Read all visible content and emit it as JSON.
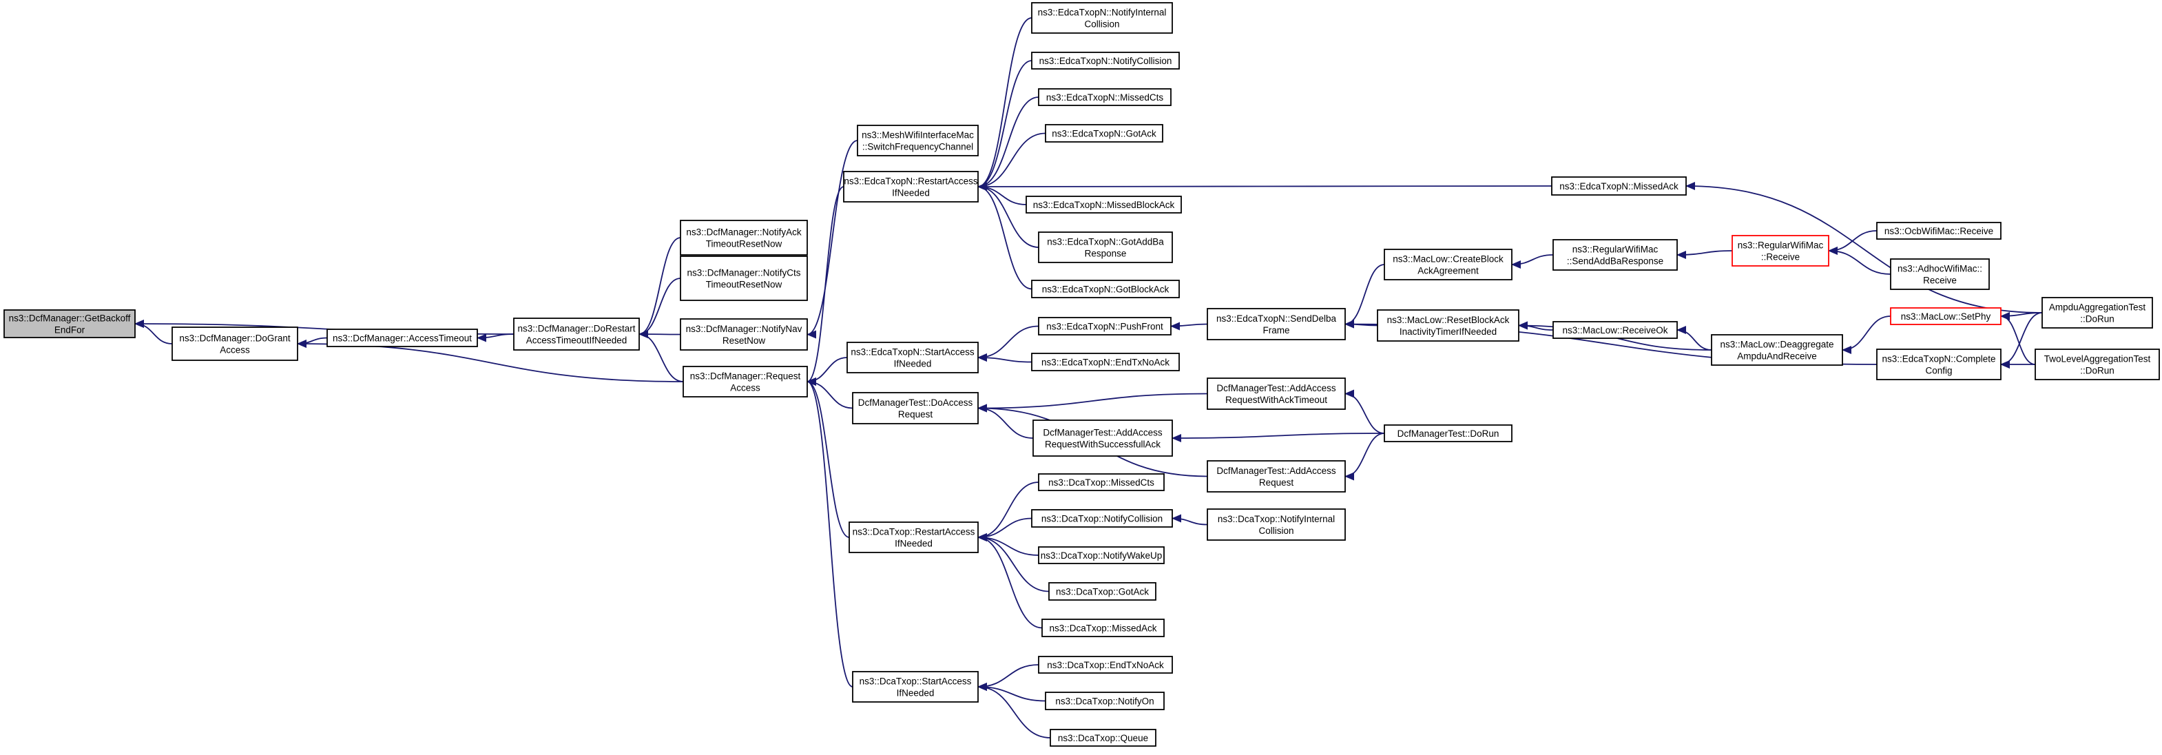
{
  "graph": {
    "edge_color": "#191970",
    "root_fill": "#bfbfbf",
    "truncated_border": "#ff0000",
    "nodes": [
      {
        "id": "n0",
        "lines": [
          "ns3::DcfManager::GetBackoff",
          "EndFor"
        ],
        "root": true
      },
      {
        "id": "n1",
        "lines": [
          "ns3::DcfManager::DoGrant",
          "Access"
        ]
      },
      {
        "id": "n2",
        "lines": [
          "ns3::DcfManager::AccessTimeout"
        ]
      },
      {
        "id": "n3",
        "lines": [
          "ns3::DcfManager::DoRestart",
          "AccessTimeoutIfNeeded"
        ]
      },
      {
        "id": "n4",
        "lines": [
          "ns3::DcfManager::NotifyAck",
          "TimeoutResetNow"
        ]
      },
      {
        "id": "n5",
        "lines": [
          "ns3::DcfManager::NotifyCts",
          "TimeoutResetNow"
        ]
      },
      {
        "id": "n6",
        "lines": [
          "ns3::DcfManager::NotifyNav",
          "ResetNow"
        ]
      },
      {
        "id": "n7",
        "lines": [
          "ns3::DcfManager::Request",
          "Access"
        ]
      },
      {
        "id": "n8",
        "lines": [
          "ns3::MeshWifiInterfaceMac",
          "::SwitchFrequencyChannel"
        ]
      },
      {
        "id": "n9",
        "lines": [
          "ns3::EdcaTxopN::RestartAccess",
          "IfNeeded"
        ]
      },
      {
        "id": "n10",
        "lines": [
          "ns3::EdcaTxopN::StartAccess",
          "IfNeeded"
        ]
      },
      {
        "id": "n11",
        "lines": [
          "DcfManagerTest::DoAccess",
          "Request"
        ]
      },
      {
        "id": "n12",
        "lines": [
          "ns3::DcaTxop::RestartAccess",
          "IfNeeded"
        ]
      },
      {
        "id": "n13",
        "lines": [
          "ns3::DcaTxop::StartAccess",
          "IfNeeded"
        ]
      },
      {
        "id": "n14",
        "lines": [
          "ns3::EdcaTxopN::NotifyInternal",
          "Collision"
        ]
      },
      {
        "id": "n15",
        "lines": [
          "ns3::EdcaTxopN::NotifyCollision"
        ]
      },
      {
        "id": "n16",
        "lines": [
          "ns3::EdcaTxopN::MissedCts"
        ]
      },
      {
        "id": "n17",
        "lines": [
          "ns3::EdcaTxopN::GotAck"
        ]
      },
      {
        "id": "n18",
        "lines": [
          "ns3::EdcaTxopN::MissedBlockAck"
        ]
      },
      {
        "id": "n19",
        "lines": [
          "ns3::EdcaTxopN::GotAddBa",
          "Response"
        ]
      },
      {
        "id": "n20",
        "lines": [
          "ns3::EdcaTxopN::GotBlockAck"
        ]
      },
      {
        "id": "n21",
        "lines": [
          "ns3::EdcaTxopN::PushFront"
        ]
      },
      {
        "id": "n22",
        "lines": [
          "ns3::EdcaTxopN::EndTxNoAck"
        ]
      },
      {
        "id": "n23",
        "lines": [
          "DcfManagerTest::AddAccess",
          "RequestWithSuccessfullAck"
        ]
      },
      {
        "id": "n24",
        "lines": [
          "ns3::DcaTxop::MissedCts"
        ]
      },
      {
        "id": "n25",
        "lines": [
          "ns3::DcaTxop::NotifyCollision"
        ]
      },
      {
        "id": "n26",
        "lines": [
          "ns3::DcaTxop::NotifyWakeUp"
        ]
      },
      {
        "id": "n27",
        "lines": [
          "ns3::DcaTxop::GotAck"
        ]
      },
      {
        "id": "n28",
        "lines": [
          "ns3::DcaTxop::MissedAck"
        ]
      },
      {
        "id": "n29",
        "lines": [
          "ns3::DcaTxop::EndTxNoAck"
        ]
      },
      {
        "id": "n30",
        "lines": [
          "ns3::DcaTxop::NotifyOn"
        ]
      },
      {
        "id": "n31",
        "lines": [
          "ns3::DcaTxop::Queue"
        ]
      },
      {
        "id": "n32",
        "lines": [
          "ns3::EdcaTxopN::SendDelba",
          "Frame"
        ]
      },
      {
        "id": "n33",
        "lines": [
          "DcfManagerTest::AddAccess",
          "RequestWithAckTimeout"
        ]
      },
      {
        "id": "n34",
        "lines": [
          "DcfManagerTest::AddAccess",
          "Request"
        ]
      },
      {
        "id": "n35",
        "lines": [
          "ns3::DcaTxop::NotifyInternal",
          "Collision"
        ]
      },
      {
        "id": "n36",
        "lines": [
          "ns3::MacLow::CreateBlock",
          "AckAgreement"
        ]
      },
      {
        "id": "n37",
        "lines": [
          "ns3::MacLow::ResetBlockAck",
          "InactivityTimerIfNeeded"
        ]
      },
      {
        "id": "n38",
        "lines": [
          "DcfManagerTest::DoRun"
        ]
      },
      {
        "id": "n39",
        "lines": [
          "ns3::RegularWifiMac",
          "::SendAddBaResponse"
        ]
      },
      {
        "id": "n40",
        "lines": [
          "ns3::MacLow::ReceiveOk"
        ]
      },
      {
        "id": "n41",
        "lines": [
          "ns3::EdcaTxopN::MissedAck"
        ]
      },
      {
        "id": "n42",
        "lines": [
          "ns3::MacLow::Deaggregate",
          "AmpduAndReceive"
        ]
      },
      {
        "id": "n43",
        "lines": [
          "ns3::RegularWifiMac",
          "::Receive"
        ],
        "truncated": true
      },
      {
        "id": "n44",
        "lines": [
          "ns3::MacLow::SetPhy"
        ],
        "truncated": true
      },
      {
        "id": "n45",
        "lines": [
          "ns3::OcbWifiMac::Receive"
        ]
      },
      {
        "id": "n46",
        "lines": [
          "ns3::AdhocWifiMac::",
          "Receive"
        ]
      },
      {
        "id": "n47",
        "lines": [
          "ns3::EdcaTxopN::Complete",
          "Config"
        ]
      },
      {
        "id": "n48",
        "lines": [
          "AmpduAggregationTest",
          "::DoRun"
        ]
      },
      {
        "id": "n49",
        "lines": [
          "TwoLevelAggregationTest",
          "::DoRun"
        ]
      }
    ],
    "edges": [
      {
        "from": "n1",
        "to": "n0"
      },
      {
        "from": "n3",
        "to": "n0"
      },
      {
        "from": "n2",
        "to": "n1"
      },
      {
        "from": "n7",
        "to": "n1"
      },
      {
        "from": "n3",
        "to": "n2"
      },
      {
        "from": "n4",
        "to": "n3"
      },
      {
        "from": "n5",
        "to": "n3"
      },
      {
        "from": "n6",
        "to": "n3"
      },
      {
        "from": "n7",
        "to": "n3"
      },
      {
        "from": "n8",
        "to": "n6"
      },
      {
        "from": "n9",
        "to": "n7"
      },
      {
        "from": "n10",
        "to": "n7"
      },
      {
        "from": "n11",
        "to": "n7"
      },
      {
        "from": "n12",
        "to": "n7"
      },
      {
        "from": "n13",
        "to": "n7"
      },
      {
        "from": "n14",
        "to": "n9"
      },
      {
        "from": "n15",
        "to": "n9"
      },
      {
        "from": "n16",
        "to": "n9"
      },
      {
        "from": "n17",
        "to": "n9"
      },
      {
        "from": "n41",
        "to": "n9"
      },
      {
        "from": "n18",
        "to": "n9"
      },
      {
        "from": "n19",
        "to": "n9"
      },
      {
        "from": "n20",
        "to": "n9"
      },
      {
        "from": "n21",
        "to": "n10"
      },
      {
        "from": "n22",
        "to": "n10"
      },
      {
        "from": "n33",
        "to": "n11"
      },
      {
        "from": "n23",
        "to": "n11"
      },
      {
        "from": "n34",
        "to": "n11"
      },
      {
        "from": "n24",
        "to": "n12"
      },
      {
        "from": "n25",
        "to": "n12"
      },
      {
        "from": "n26",
        "to": "n12"
      },
      {
        "from": "n27",
        "to": "n12"
      },
      {
        "from": "n28",
        "to": "n12"
      },
      {
        "from": "n29",
        "to": "n13"
      },
      {
        "from": "n30",
        "to": "n13"
      },
      {
        "from": "n31",
        "to": "n13"
      },
      {
        "from": "n32",
        "to": "n21"
      },
      {
        "from": "n38",
        "to": "n23"
      },
      {
        "from": "n38",
        "to": "n33"
      },
      {
        "from": "n38",
        "to": "n34"
      },
      {
        "from": "n35",
        "to": "n25"
      },
      {
        "from": "n36",
        "to": "n32"
      },
      {
        "from": "n37",
        "to": "n32"
      },
      {
        "from": "n47",
        "to": "n32"
      },
      {
        "from": "n39",
        "to": "n36"
      },
      {
        "from": "n43",
        "to": "n39"
      },
      {
        "from": "n45",
        "to": "n43"
      },
      {
        "from": "n46",
        "to": "n43"
      },
      {
        "from": "n42",
        "to": "n37"
      },
      {
        "from": "n40",
        "to": "n37"
      },
      {
        "from": "n42",
        "to": "n40"
      },
      {
        "from": "n44",
        "to": "n42"
      },
      {
        "from": "n48",
        "to": "n44"
      },
      {
        "from": "n49",
        "to": "n44"
      },
      {
        "from": "n48",
        "to": "n41"
      },
      {
        "from": "n48",
        "to": "n47"
      },
      {
        "from": "n49",
        "to": "n47"
      }
    ]
  }
}
